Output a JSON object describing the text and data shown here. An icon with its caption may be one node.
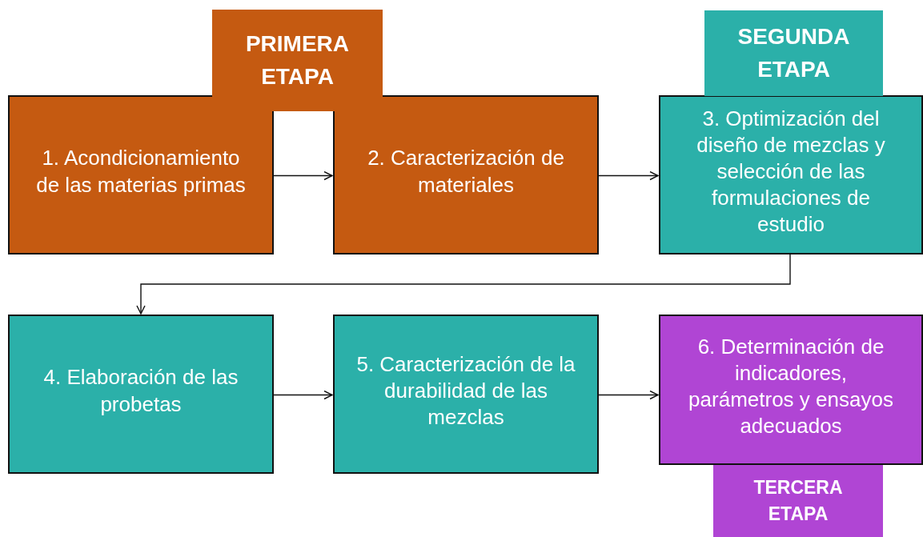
{
  "diagram": {
    "nodes": [
      {
        "text": [
          "PRIMERA ETAPA"
        ]
      },
      {
        "text": [
          "1. Acondicionamiento de las materias primas"
        ]
      },
      {
        "text": [
          "2. Caracterización de materiales"
        ]
      },
      {
        "text": [
          "SEGUNDA ETAPA"
        ]
      },
      {
        "text": [
          "3. Optimización del diseño de mezclas y selección de las formulaciones de estudio"
        ]
      },
      {
        "text": [
          "4. Elaboración de las probetas"
        ]
      },
      {
        "text": [
          "5. Caracterización de la durabilidad de las mezclas"
        ]
      },
      {
        "text": [
          "6. Determinación de indicadores, parámetros y ensayos adecuados"
        ]
      },
      {
        "text": [
          "TERCERA ETAPA"
        ]
      }
    ],
    "edges": [
      {
        "from": 1,
        "to": 2,
        "arrow": "to"
      },
      {
        "from": 2,
        "to": 4,
        "arrow": "to"
      },
      {
        "from": 4,
        "to": 5,
        "arrow": "to"
      },
      {
        "from": 5,
        "to": 6,
        "arrow": "to"
      },
      {
        "from": 6,
        "to": 7,
        "arrow": "to"
      }
    ]
  }
}
